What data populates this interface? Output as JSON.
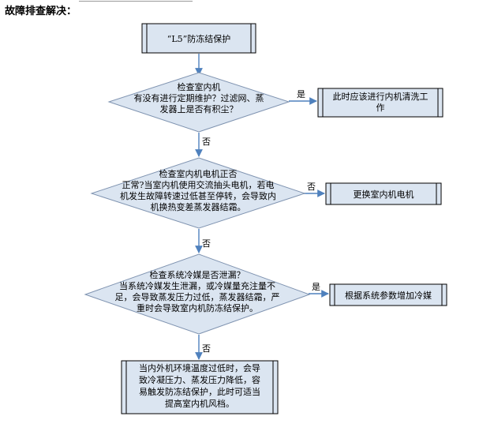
{
  "heading": "故障排查解决：",
  "nodes": {
    "start": {
      "lines": [
        "“L5”防冻结保护"
      ]
    },
    "check1": {
      "lines": [
        "检查室内机",
        "有没有进行定期维护？过滤网、蒸",
        "发器上是否有积尘？"
      ]
    },
    "action1": {
      "lines": [
        "此时应该进行内机清洗工",
        "作"
      ]
    },
    "check2": {
      "lines": [
        "检查室内机电机正否",
        "正常?当室内机使用交流抽头电机，若电",
        "机发生故障转速过低甚至停转，会导致内",
        "机换热变差蒸发器结霜。"
      ]
    },
    "action2": {
      "lines": [
        "更换室内机电机"
      ]
    },
    "check3": {
      "lines": [
        "检查系统冷媒是否泄漏？",
        "当系统冷媒发生泄漏，或冷媒量充注量不",
        "足，会导致蒸发压力过低，蒸发器结霜，严",
        "重时会导致室内机防冻结保护。"
      ]
    },
    "action3": {
      "lines": [
        "根据系统参数增加冷媒"
      ]
    },
    "end": {
      "lines": [
        "当内外机环境温度过低时，会导",
        "致冷凝压力、蒸发压力降低，容",
        "易触发防冻结保护，此时可适当",
        "提高室内机风档。"
      ]
    }
  },
  "labels": {
    "yes": "是",
    "no": "否"
  },
  "colors": {
    "fill": "#dbe5f1",
    "arrow": "#4f81bd"
  }
}
